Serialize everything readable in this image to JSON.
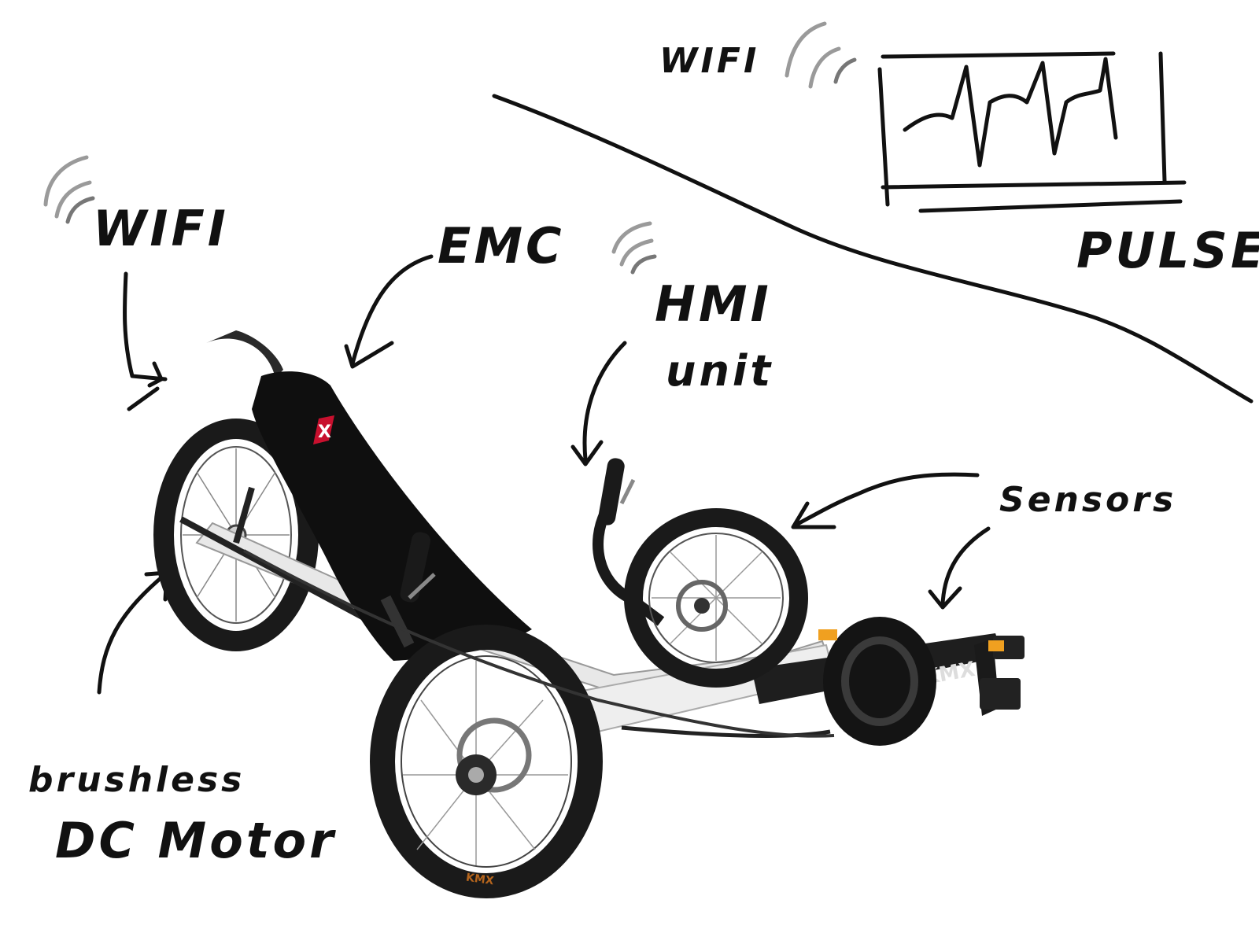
{
  "labels": {
    "wifi_top": "WIFI",
    "wifi_left": "WIFI",
    "emc": "EMC",
    "hmi_line1": "HMI",
    "hmi_line2": "unit",
    "pulse": "PULSE",
    "sensors": "Sensors",
    "motor_line1": "brushless",
    "motor_line2": "DC Motor"
  },
  "product": {
    "seat_badge": "X",
    "frame_text": "KMX",
    "tire_text": "KMX"
  },
  "icons": [
    "wifi-signal-icon",
    "arrow-icon",
    "pulse-waveform-icon"
  ],
  "colors": {
    "ink": "#111111",
    "wifi_waves": "#9a9a9a",
    "frame": "#e8e8e8",
    "tire": "#1a1a1a",
    "badge": "#c8102e",
    "reflector": "#f0a020"
  }
}
